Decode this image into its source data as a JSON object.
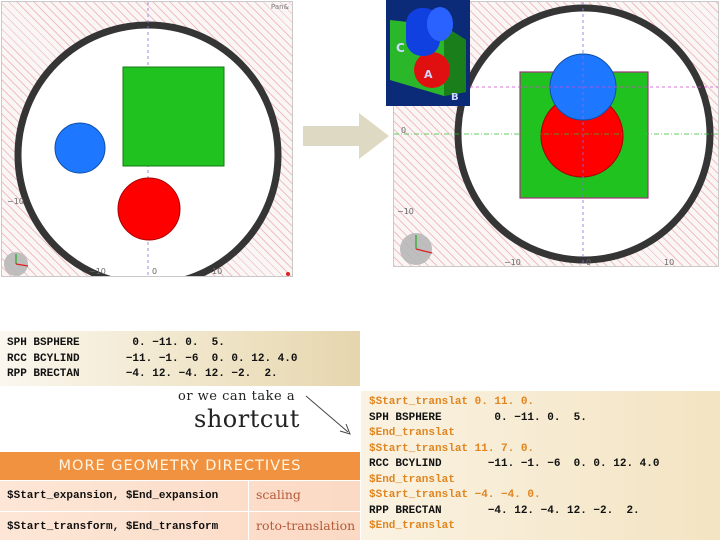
{
  "left_view": {
    "corner_label": "Pan&",
    "axis_ticks": [
      "−10",
      "0",
      "10",
      "10"
    ]
  },
  "right_view": {
    "axis_ticks": [
      "0",
      "−10",
      "−10",
      "0",
      "10"
    ]
  },
  "inset": {
    "labels": [
      "C",
      "A",
      "B"
    ]
  },
  "code_top": {
    "lines": [
      "SPH BSPHERE        0. −11. 0.  5.",
      "RCC BCYLIND       −11. −1. −6  0. 0. 12. 4.0",
      "RPP BRECTAN       −4. 12. −4. 12. −2.  2."
    ]
  },
  "note": {
    "line1": "or we can take a",
    "line2": "shortcut"
  },
  "table": {
    "title": "MORE GEOMETRY DIRECTIVES",
    "rows": [
      {
        "code": "$Start_expansion, $End_expansion",
        "desc": "scaling"
      },
      {
        "code": "$Start_transform, $End_transform",
        "desc": "roto-translation"
      }
    ]
  },
  "code_bottom": {
    "lines": [
      {
        "text": "$Start_translat 0. 11. 0.",
        "directive": true
      },
      {
        "text": "SPH BSPHERE        0. −11. 0.  5.",
        "directive": false
      },
      {
        "text": "$End_translat",
        "directive": true
      },
      {
        "text": "$Start_translat 11. 7. 0.",
        "directive": true
      },
      {
        "text": "RCC BCYLIND       −11. −1. −6  0. 0. 12. 4.0",
        "directive": false
      },
      {
        "text": "$End_translat",
        "directive": true
      },
      {
        "text": "$Start_translat −4. −4. 0.",
        "directive": true
      },
      {
        "text": "RPP BRECTAN       −4. 12. −4. 12. −2.  2.",
        "directive": false
      },
      {
        "text": "$End_translat",
        "directive": true
      }
    ]
  },
  "colors": {
    "sphere": "#ff0000",
    "cylinder": "#1e78ff",
    "box": "#1fc21f",
    "ring": "#353535",
    "directive_text": "#e0851f",
    "table_header": "#f0923f"
  }
}
